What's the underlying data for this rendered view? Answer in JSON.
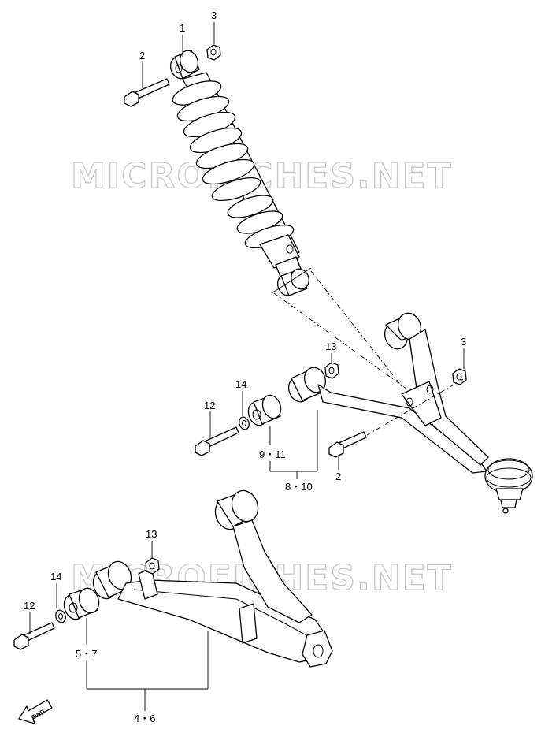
{
  "watermark": "MICROFICHES.NET",
  "fwd_label": "FWD",
  "callouts": {
    "top_bushing": "1",
    "top_bolt": "2",
    "top_nut": "3",
    "upper_nut_13": "13",
    "upper_nut_3": "3",
    "upper_washer_14": "14",
    "upper_bolt_12": "12",
    "upper_bushing_9_11": "9・11",
    "upper_arm_8_10": "8・10",
    "upper_bolt_2": "2",
    "lower_nut_13": "13",
    "lower_washer_14": "14",
    "lower_bolt_12": "12",
    "lower_bushing_5_7": "5・7",
    "lower_arm_4_6": "4・6"
  }
}
